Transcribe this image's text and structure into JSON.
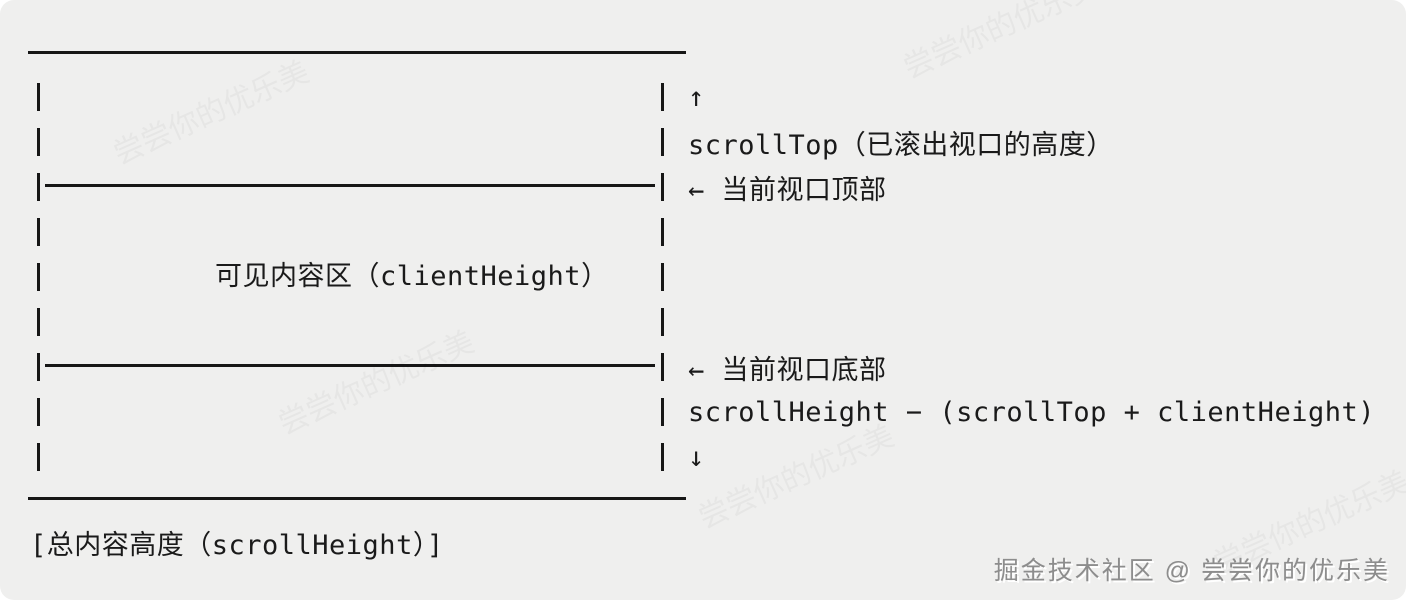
{
  "canvas": {
    "background": "#efefee",
    "ink": "#1a1a1a"
  },
  "diagram": {
    "arrow_up": "↑",
    "scroll_top_label": "scrollTop（已滚出视口的高度）",
    "viewport_top_label": "← 当前视口顶部",
    "client_area_label": "可见内容区（clientHeight）",
    "viewport_bottom_label": "← 当前视口底部",
    "hidden_bottom_formula": "scrollHeight − (scrollTop + clientHeight)",
    "arrow_down": "↓",
    "total_height_label": "[总内容高度（scrollHeight）]"
  },
  "watermarks": {
    "credit": "掘金技术社区 @ 尝尝你的优乐美",
    "faint_text": "尝尝你的优乐美",
    "credit_color": "#8d8d8d"
  }
}
